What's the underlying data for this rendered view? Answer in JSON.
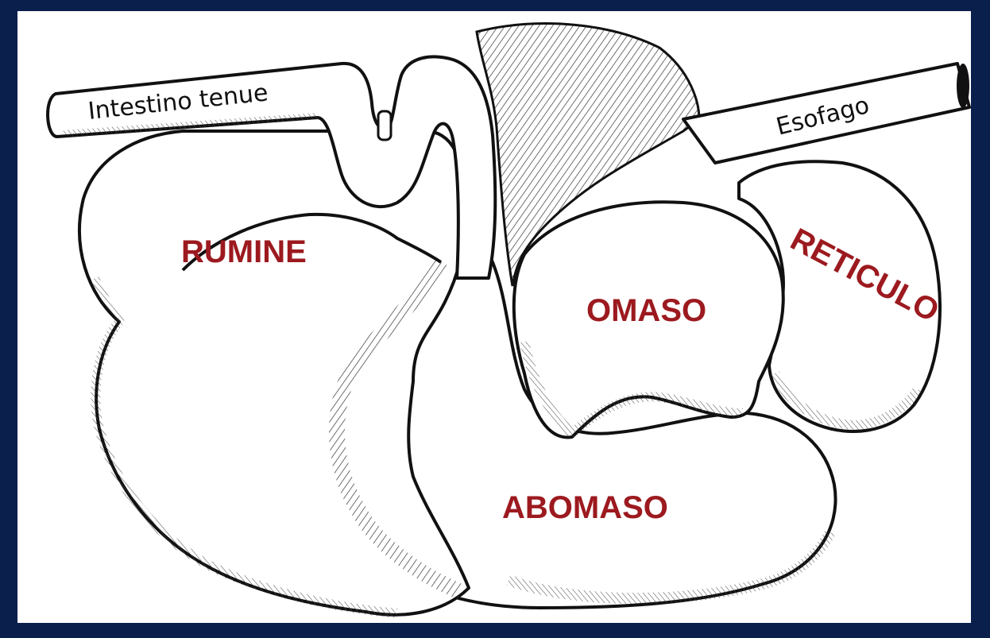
{
  "title": "",
  "colors": {
    "background": "#0b1f4d",
    "panel": "#ffffff",
    "label_red": "#9c1a1f",
    "outline": "#111111"
  },
  "labels": {
    "small_intestine": "Intestino tenue",
    "esophagus": "Esofago",
    "rumen": "RUMINE",
    "omasum": "OMASO",
    "reticulum": "RETICULO",
    "abomasum": "ABOMASO"
  }
}
